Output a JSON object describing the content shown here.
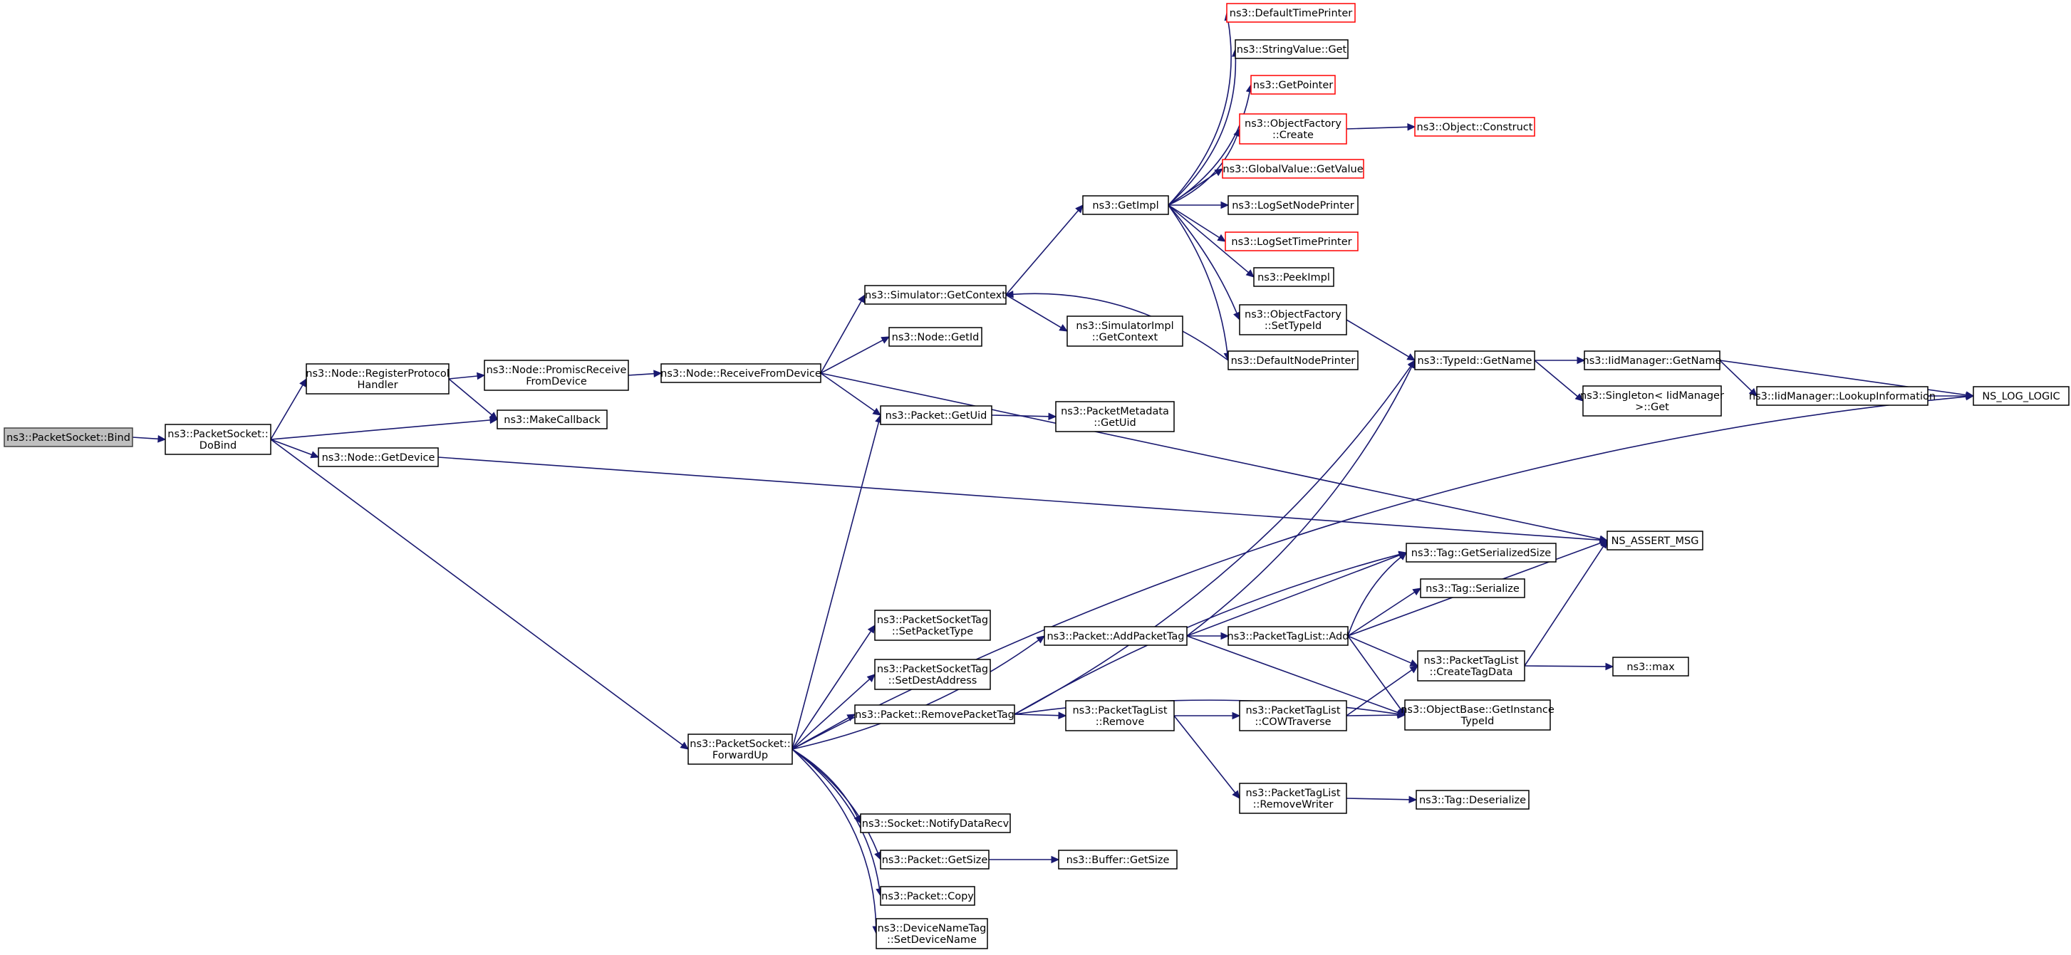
{
  "colors": {
    "edge": "#191970",
    "node_border": "#000000",
    "truncated_border": "#ff0000",
    "root_fill": "#bfbfbf"
  },
  "nodes": [
    {
      "id": "bind",
      "lines": [
        "ns3::PacketSocket::Bind"
      ],
      "kind": "root"
    },
    {
      "id": "dobind",
      "lines": [
        "ns3::PacketSocket::",
        "DoBind"
      ]
    },
    {
      "id": "regproto",
      "lines": [
        "ns3::Node::RegisterProtocol",
        "Handler"
      ]
    },
    {
      "id": "promisc",
      "lines": [
        "ns3::Node::PromiscReceive",
        "FromDevice"
      ]
    },
    {
      "id": "recvfrom",
      "lines": [
        "ns3::Node::ReceiveFromDevice"
      ]
    },
    {
      "id": "makecb",
      "lines": [
        "ns3::MakeCallback"
      ]
    },
    {
      "id": "getdevice",
      "lines": [
        "ns3::Node::GetDevice"
      ]
    },
    {
      "id": "forwardup",
      "lines": [
        "ns3::PacketSocket::",
        "ForwardUp"
      ]
    },
    {
      "id": "simgetctx",
      "lines": [
        "ns3::Simulator::GetContext"
      ]
    },
    {
      "id": "nodegetid",
      "lines": [
        "ns3::Node::GetId"
      ]
    },
    {
      "id": "pktgetuid",
      "lines": [
        "ns3::Packet::GetUid"
      ]
    },
    {
      "id": "getimpl",
      "lines": [
        "ns3::GetImpl"
      ]
    },
    {
      "id": "simimplctx",
      "lines": [
        "ns3::SimulatorImpl",
        "::GetContext"
      ]
    },
    {
      "id": "pktmetauid",
      "lines": [
        "ns3::PacketMetadata",
        "::GetUid"
      ]
    },
    {
      "id": "deftimeprinter",
      "lines": [
        "ns3::DefaultTimePrinter"
      ],
      "kind": "truncated"
    },
    {
      "id": "strvalget",
      "lines": [
        "ns3::StringValue::Get"
      ]
    },
    {
      "id": "getpointer",
      "lines": [
        "ns3::GetPointer"
      ],
      "kind": "truncated"
    },
    {
      "id": "objfactcreate",
      "lines": [
        "ns3::ObjectFactory",
        "::Create"
      ],
      "kind": "truncated"
    },
    {
      "id": "objconstruct",
      "lines": [
        "ns3::Object::Construct"
      ],
      "kind": "truncated"
    },
    {
      "id": "globalval",
      "lines": [
        "ns3::GlobalValue::GetValue"
      ],
      "kind": "truncated"
    },
    {
      "id": "lognodeprinter",
      "lines": [
        "ns3::LogSetNodePrinter"
      ]
    },
    {
      "id": "logtimeprinter",
      "lines": [
        "ns3::LogSetTimePrinter"
      ],
      "kind": "truncated"
    },
    {
      "id": "peekimpl",
      "lines": [
        "ns3::PeekImpl"
      ]
    },
    {
      "id": "objfactsettype",
      "lines": [
        "ns3::ObjectFactory",
        "::SetTypeId"
      ]
    },
    {
      "id": "defnodeprinter",
      "lines": [
        "ns3::DefaultNodePrinter"
      ]
    },
    {
      "id": "typeidgetname",
      "lines": [
        "ns3::TypeId::GetName"
      ]
    },
    {
      "id": "iidgetname",
      "lines": [
        "ns3::IidManager::GetName"
      ]
    },
    {
      "id": "singleton",
      "lines": [
        "ns3::Singleton< IidManager",
        ">::Get"
      ]
    },
    {
      "id": "iidlookup",
      "lines": [
        "ns3::IidManager::LookupInformation"
      ]
    },
    {
      "id": "nslog",
      "lines": [
        "NS_LOG_LOGIC"
      ]
    },
    {
      "id": "nsassert",
      "lines": [
        "NS_ASSERT_MSG"
      ]
    },
    {
      "id": "taggetsize",
      "lines": [
        "ns3::Tag::GetSerializedSize"
      ]
    },
    {
      "id": "tagserialize",
      "lines": [
        "ns3::Tag::Serialize"
      ]
    },
    {
      "id": "pktaddtag",
      "lines": [
        "ns3::Packet::AddPacketTag"
      ]
    },
    {
      "id": "ptladd",
      "lines": [
        "ns3::PacketTagList::Add"
      ]
    },
    {
      "id": "ptlcreate",
      "lines": [
        "ns3::PacketTagList",
        "::CreateTagData"
      ]
    },
    {
      "id": "nsmax",
      "lines": [
        "ns3::max"
      ]
    },
    {
      "id": "settype",
      "lines": [
        "ns3::PacketSocketTag",
        "::SetPacketType"
      ]
    },
    {
      "id": "setdest",
      "lines": [
        "ns3::PacketSocketTag",
        "::SetDestAddress"
      ]
    },
    {
      "id": "pktremovetag",
      "lines": [
        "ns3::Packet::RemovePacketTag"
      ]
    },
    {
      "id": "ptlremove",
      "lines": [
        "ns3::PacketTagList",
        "::Remove"
      ]
    },
    {
      "id": "ptlcow",
      "lines": [
        "ns3::PacketTagList",
        "::COWTraverse"
      ]
    },
    {
      "id": "objbase",
      "lines": [
        "ns3::ObjectBase::GetInstance",
        "TypeId"
      ]
    },
    {
      "id": "ptlremwriter",
      "lines": [
        "ns3::PacketTagList",
        "::RemoveWriter"
      ]
    },
    {
      "id": "tagdeser",
      "lines": [
        "ns3::Tag::Deserialize"
      ]
    },
    {
      "id": "notifyrecv",
      "lines": [
        "ns3::Socket::NotifyDataRecv"
      ]
    },
    {
      "id": "pktgetsize",
      "lines": [
        "ns3::Packet::GetSize"
      ]
    },
    {
      "id": "bufgetsize",
      "lines": [
        "ns3::Buffer::GetSize"
      ]
    },
    {
      "id": "pktcopy",
      "lines": [
        "ns3::Packet::Copy"
      ]
    },
    {
      "id": "devname",
      "lines": [
        "ns3::DeviceNameTag",
        "::SetDeviceName"
      ]
    }
  ],
  "edges": [
    [
      "bind",
      "dobind"
    ],
    [
      "dobind",
      "regproto"
    ],
    [
      "dobind",
      "makecb"
    ],
    [
      "dobind",
      "getdevice"
    ],
    [
      "dobind",
      "forwardup"
    ],
    [
      "regproto",
      "promisc"
    ],
    [
      "regproto",
      "makecb"
    ],
    [
      "promisc",
      "recvfrom"
    ],
    [
      "recvfrom",
      "simgetctx"
    ],
    [
      "recvfrom",
      "nodegetid"
    ],
    [
      "recvfrom",
      "pktgetuid"
    ],
    [
      "recvfrom",
      "nsassert"
    ],
    [
      "getdevice",
      "nsassert"
    ],
    [
      "simgetctx",
      "getimpl"
    ],
    [
      "simgetctx",
      "simimplctx"
    ],
    [
      "pktgetuid",
      "pktmetauid"
    ],
    [
      "getimpl",
      "deftimeprinter"
    ],
    [
      "getimpl",
      "strvalget"
    ],
    [
      "getimpl",
      "getpointer"
    ],
    [
      "getimpl",
      "objfactcreate"
    ],
    [
      "getimpl",
      "globalval"
    ],
    [
      "getimpl",
      "lognodeprinter"
    ],
    [
      "getimpl",
      "logtimeprinter"
    ],
    [
      "getimpl",
      "peekimpl"
    ],
    [
      "getimpl",
      "objfactsettype"
    ],
    [
      "getimpl",
      "defnodeprinter"
    ],
    [
      "defnodeprinter",
      "simgetctx"
    ],
    [
      "objfactcreate",
      "objconstruct"
    ],
    [
      "objfactsettype",
      "typeidgetname"
    ],
    [
      "typeidgetname",
      "iidgetname"
    ],
    [
      "typeidgetname",
      "singleton"
    ],
    [
      "iidgetname",
      "iidlookup"
    ],
    [
      "iidgetname",
      "nslog"
    ],
    [
      "iidlookup",
      "nslog"
    ],
    [
      "forwardup",
      "pktgetuid"
    ],
    [
      "forwardup",
      "settype"
    ],
    [
      "forwardup",
      "setdest"
    ],
    [
      "forwardup",
      "pktremovetag"
    ],
    [
      "forwardup",
      "pktaddtag"
    ],
    [
      "forwardup",
      "notifyrecv"
    ],
    [
      "forwardup",
      "pktgetsize"
    ],
    [
      "forwardup",
      "pktcopy"
    ],
    [
      "forwardup",
      "devname"
    ],
    [
      "forwardup",
      "nslog"
    ],
    [
      "pktremovetag",
      "typeidgetname"
    ],
    [
      "pktremovetag",
      "taggetsize"
    ],
    [
      "pktremovetag",
      "ptlremove"
    ],
    [
      "pktremovetag",
      "objbase"
    ],
    [
      "pktaddtag",
      "typeidgetname"
    ],
    [
      "pktaddtag",
      "taggetsize"
    ],
    [
      "pktaddtag",
      "ptladd"
    ],
    [
      "pktaddtag",
      "objbase"
    ],
    [
      "ptladd",
      "taggetsize"
    ],
    [
      "ptladd",
      "tagserialize"
    ],
    [
      "ptladd",
      "nsassert"
    ],
    [
      "ptladd",
      "ptlcreate"
    ],
    [
      "ptladd",
      "objbase"
    ],
    [
      "ptlcreate",
      "nsassert"
    ],
    [
      "ptlcreate",
      "nsmax"
    ],
    [
      "ptlremove",
      "ptlcow"
    ],
    [
      "ptlremove",
      "ptlremwriter"
    ],
    [
      "ptlcow",
      "ptlcreate"
    ],
    [
      "ptlcow",
      "objbase"
    ],
    [
      "ptlremwriter",
      "tagdeser"
    ],
    [
      "pktgetsize",
      "bufgetsize"
    ]
  ]
}
